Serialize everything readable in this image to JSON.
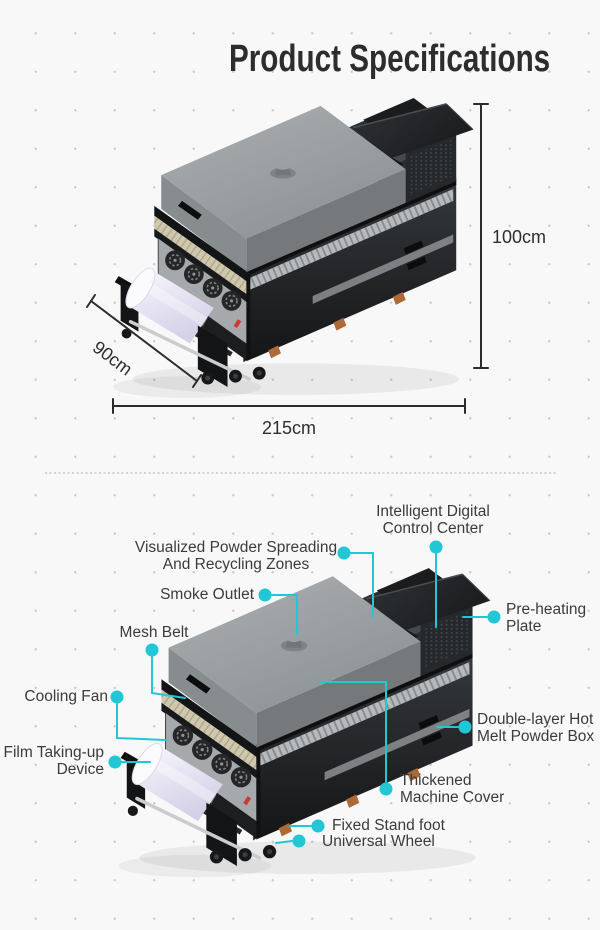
{
  "title": "Product Specifications",
  "dimensions": {
    "height": "100cm",
    "depth": "90cm",
    "width": "215cm"
  },
  "callouts": [
    {
      "id": "intelligent-digital-control-center",
      "label": "Intelligent Digital\nControl Center"
    },
    {
      "id": "visualized-powder-zones",
      "label": "Visualized Powder Spreading\nAnd Recycling Zones"
    },
    {
      "id": "smoke-outlet",
      "label": "Smoke Outlet"
    },
    {
      "id": "mesh-belt",
      "label": "Mesh Belt"
    },
    {
      "id": "cooling-fan",
      "label": "Cooling Fan"
    },
    {
      "id": "film-taking-up-device",
      "label": "Film Taking-up\nDevice"
    },
    {
      "id": "pre-heating-plate",
      "label": "Pre-heating\nPlate"
    },
    {
      "id": "double-layer-hot-melt-powder-box",
      "label": "Double-layer Hot\nMelt Powder Box"
    },
    {
      "id": "thickened-machine-cover",
      "label": "Thickened\nMachine Cover"
    },
    {
      "id": "fixed-stand-foot",
      "label": "Fixed Stand foot"
    },
    {
      "id": "universal-wheel",
      "label": "Universal Wheel"
    }
  ],
  "colors": {
    "accent": "#22c7d6",
    "title_text": "#2d2d2d",
    "label_text": "#3b3b3b",
    "dimension_text": "#2e2e2e"
  }
}
